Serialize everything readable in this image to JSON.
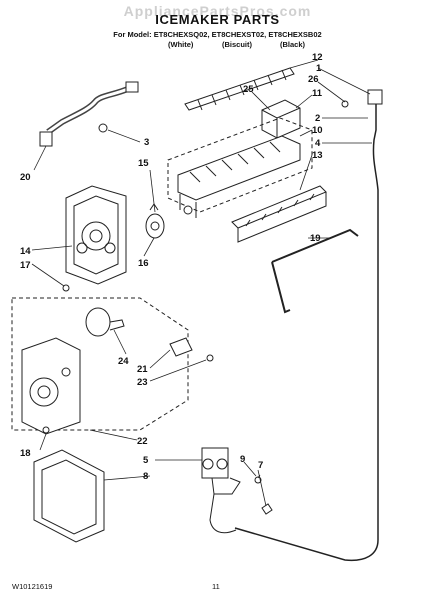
{
  "watermark": "AppliancePartsPros.com",
  "title": "ICEMAKER PARTS",
  "models_line": "For Model: ET8CHEXSQ02, ET8CHEXST02, ET8CHEXSB02",
  "colors": [
    "(White)",
    "(Biscuit)",
    "(Black)"
  ],
  "part_numbers": [
    "12",
    "1",
    "26",
    "25",
    "11",
    "3",
    "2",
    "10",
    "4",
    "15",
    "13",
    "20",
    "14",
    "17",
    "16",
    "19",
    "24",
    "21",
    "23",
    "18",
    "22",
    "5",
    "9",
    "7",
    "8"
  ],
  "footer": {
    "doc_number": "W10121619",
    "page": "11"
  }
}
